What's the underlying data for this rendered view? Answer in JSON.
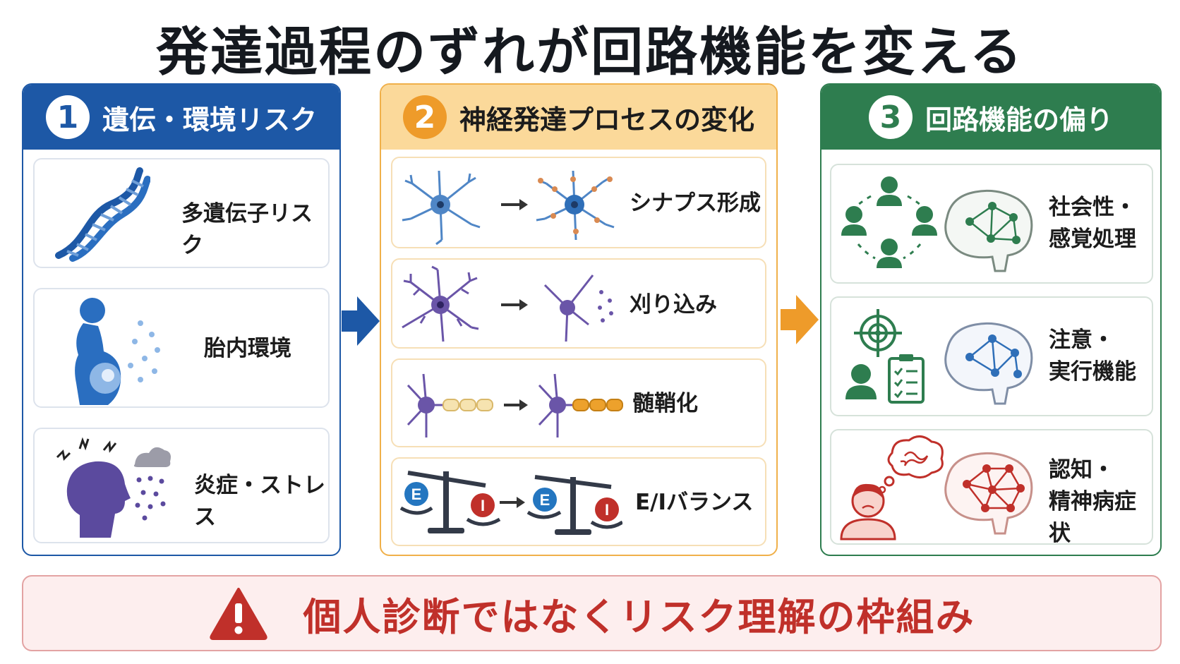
{
  "title": "発達過程のずれが回路機能を変える",
  "columns": [
    {
      "number": "1",
      "heading": "遺伝・環境リスク",
      "items": [
        {
          "label": "多遺伝子リスク",
          "icon": "dna-icon"
        },
        {
          "label": "胎内環境",
          "icon": "pregnant-woman-icon"
        },
        {
          "label": "炎症・ストレス",
          "icon": "stressed-head-icon"
        }
      ]
    },
    {
      "number": "2",
      "heading": "神経発達プロセスの変化",
      "items": [
        {
          "label": "シナプス形成",
          "icon": "neuron-synapse-icon"
        },
        {
          "label": "刈り込み",
          "icon": "neuron-pruning-icon"
        },
        {
          "label": "髄鞘化",
          "icon": "myelination-icon"
        },
        {
          "label": "E/Iバランス",
          "icon": "balance-scale-icon",
          "left_symbol": "E",
          "right_symbol": "I"
        }
      ]
    },
    {
      "number": "3",
      "heading": "回路機能の偏り",
      "items": [
        {
          "line1": "社会性・",
          "line2": "感覚処理",
          "icon": "social-network-brain-icon"
        },
        {
          "line1": "注意・",
          "line2": "実行機能",
          "icon": "target-checklist-brain-icon"
        },
        {
          "line1": "認知・",
          "line2": "精神病症状",
          "icon": "thought-bubble-brain-icon"
        }
      ]
    }
  ],
  "banner": {
    "text": "個人診断ではなくリスク理解の枠組み",
    "icon": "warning-icon"
  },
  "colors": {
    "blue": "#1d58a6",
    "orange": "#ee9b2a",
    "green": "#2e7d4f",
    "red": "#c0302a",
    "purple": "#5b4a9e"
  }
}
